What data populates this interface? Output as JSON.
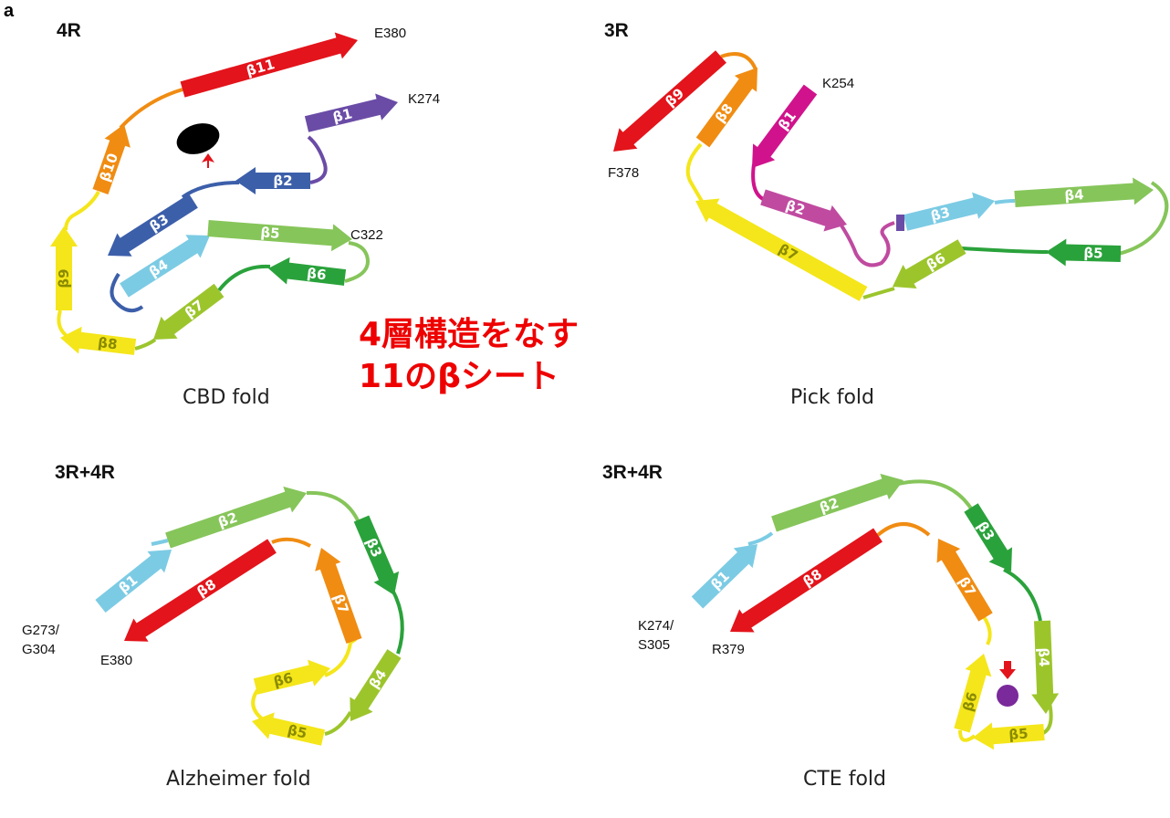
{
  "figure": {
    "panel_letter": "a",
    "note_line1": "4層構造をなす",
    "note_line2": "11のβシート"
  },
  "panels": {
    "cbd": {
      "isoform": "4R",
      "fold_name": "CBD fold",
      "residues": {
        "end": "E380",
        "start": "K274",
        "mid": "C322"
      },
      "strands": [
        "β1",
        "β2",
        "β3",
        "β4",
        "β5",
        "β6",
        "β7",
        "β8",
        "β9",
        "β10",
        "β11"
      ]
    },
    "pick": {
      "isoform": "3R",
      "fold_name": "Pick fold",
      "residues": {
        "start": "K254",
        "end": "F378"
      },
      "strands": [
        "β1",
        "β2",
        "β3",
        "β4",
        "β5",
        "β6",
        "β7",
        "β8",
        "β9"
      ]
    },
    "alz": {
      "isoform": "3R+4R",
      "fold_name": "Alzheimer fold",
      "residues": {
        "start_line1": "G273/",
        "start_line2": "G304",
        "end": "E380"
      },
      "strands": [
        "β1",
        "β2",
        "β3",
        "β4",
        "β5",
        "β6",
        "β7",
        "β8"
      ]
    },
    "cte": {
      "isoform": "3R+4R",
      "fold_name": "CTE fold",
      "residues": {
        "start_line1": "K274/",
        "start_line2": "S305",
        "end": "R379"
      },
      "strands": [
        "β1",
        "β2",
        "β3",
        "β4",
        "β5",
        "β6",
        "β7",
        "β8"
      ]
    }
  },
  "colors": {
    "red": "#e3141b",
    "orange": "#f08c12",
    "yellow": "#f4e61a",
    "lightgreen": "#86c55a",
    "green": "#2aa23b",
    "yellowgreen": "#9cc52c",
    "skyblue": "#7ccbe4",
    "blue": "#3c5faa",
    "purple": "#6a4ca6",
    "magenta": "#d0138c",
    "pink": "#c04aa0",
    "note": "#ee0000",
    "density_black": "#000000",
    "density_purple": "#7a2a9a"
  }
}
